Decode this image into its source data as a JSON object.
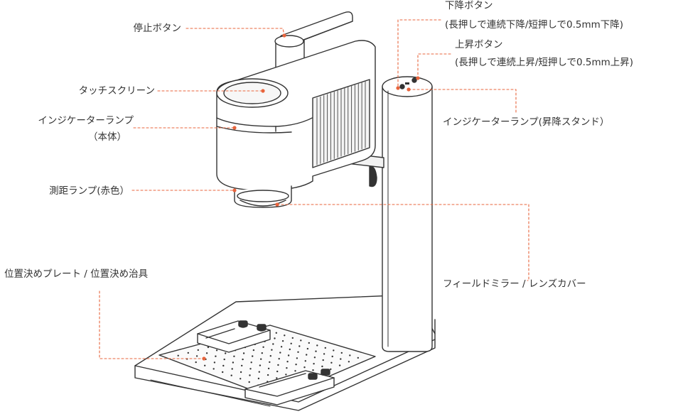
{
  "colors": {
    "leader": "#e8643c",
    "outline": "#333333",
    "fill": "#ffffff",
    "shade": "#f2f2f2"
  },
  "labels": {
    "stop_button": "停止ボタン",
    "touchscreen": "タッチスクリーン",
    "indicator_body_1": "インジケーターランプ",
    "indicator_body_2": "（本体）",
    "range_lamp": "測距ランプ(赤色）",
    "positioning": "位置決めプレート / 位置決め治具",
    "down_button_1": "下降ボタン",
    "down_button_2": "(長押しで連続下降/短押しで0.5mm下降)",
    "up_button_1": "上昇ボタン",
    "up_button_2": "(長押しで連続上昇/短押しで0.5mm上昇)",
    "indicator_stand": "インジケーターランプ(昇降スタンド）",
    "field_mirror": "フィールドミラー / レンズカバー"
  }
}
